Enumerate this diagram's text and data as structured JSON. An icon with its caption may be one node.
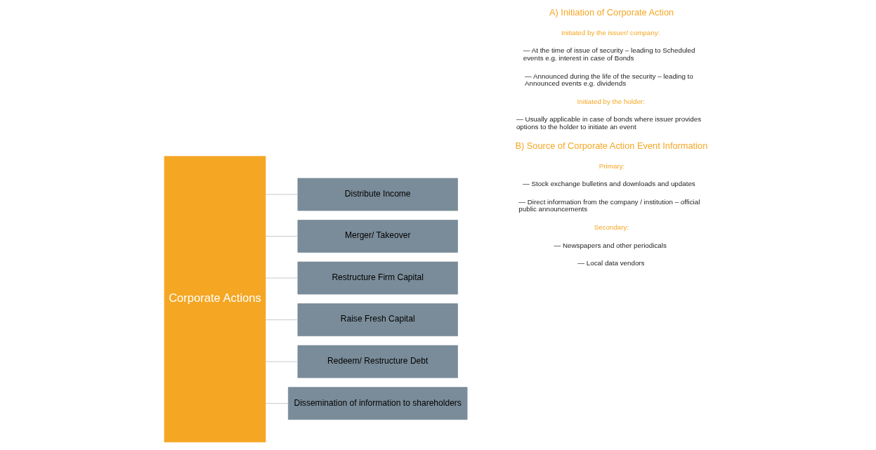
{
  "diagram": {
    "nodes": [
      {
        "text": [
          "Corporate Actions"
        ]
      },
      {
        "text": [
          "Distribute Income"
        ]
      },
      {
        "text": [
          "Merger/ Takeover"
        ]
      },
      {
        "text": [
          "Restructure Firm Capital"
        ]
      },
      {
        "text": [
          "Raise Fresh Capital"
        ]
      },
      {
        "text": [
          "Redeem/ Restructure Debt"
        ]
      },
      {
        "text": [
          "Dissemination of information to shareholders"
        ]
      }
    ],
    "edges": [
      {
        "from": 0,
        "to": 1,
        "arrow": "none"
      },
      {
        "from": 0,
        "to": 2,
        "arrow": "none"
      },
      {
        "from": 0,
        "to": 3,
        "arrow": "none"
      },
      {
        "from": 0,
        "to": 4,
        "arrow": "none"
      },
      {
        "from": 0,
        "to": 5,
        "arrow": "none"
      },
      {
        "from": 0,
        "to": 6,
        "arrow": "none"
      }
    ],
    "labels": [
      "A) Initiation of Corporate Action",
      "Initiated by the issuer/ company:",
      "— At the time of issue of security – leading to Scheduled events e.g. interest in case of Bonds",
      "— Announced during the life of the security – leading to Announced events e.g. dividends",
      "Initiated by the holder:",
      "— Usually applicable in case of bonds where issuer provides options to the holder to initiate an event",
      "B) Source of Corporate Action Event Information",
      "Primary:",
      "— Stock exchange bulletins and downloads and updates",
      "— Direct information from the company / institution – official public announcements",
      "Secondary:",
      "— Newspapers and other periodicals",
      "— Local data vendors"
    ]
  }
}
